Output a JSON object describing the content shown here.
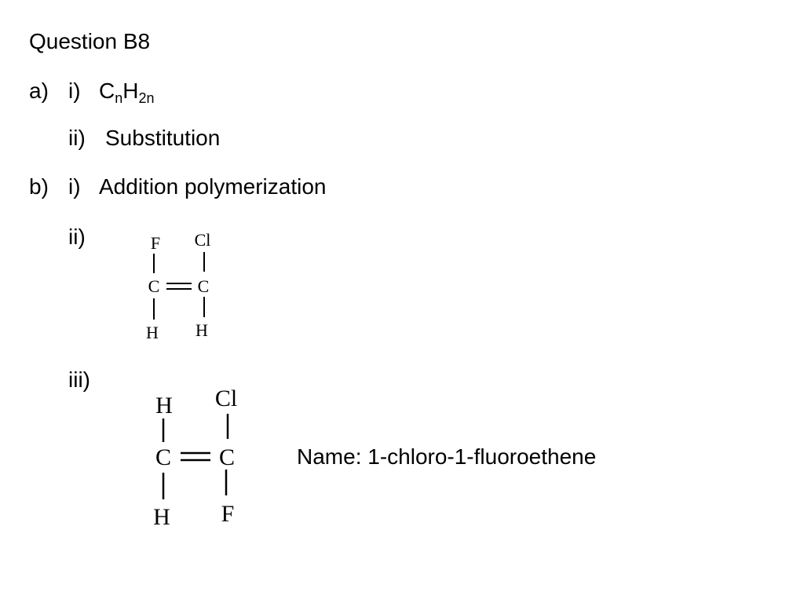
{
  "question_title": "Question B8",
  "part_a": {
    "label": "a)",
    "i": {
      "label": "i)",
      "formula": {
        "c": "C",
        "c_sub": "n",
        "h": "H",
        "h_sub": "2n"
      }
    },
    "ii": {
      "label": "ii)",
      "text": "Substitution"
    }
  },
  "part_b": {
    "label": "b)",
    "i": {
      "label": "i)",
      "text": "Addition polymerization"
    },
    "ii": {
      "label": "ii)",
      "structure": {
        "top_left": "F",
        "top_right": "Cl",
        "left_carbon": "C",
        "right_carbon": "C",
        "bottom_left": "H",
        "bottom_right": "H"
      }
    },
    "iii": {
      "label": "iii)",
      "structure": {
        "top_left": "H",
        "top_right": "Cl",
        "left_carbon": "C",
        "right_carbon": "C",
        "bottom_left": "H",
        "bottom_right": "F"
      },
      "name": "Name: 1-chloro-1-fluoroethene"
    }
  }
}
